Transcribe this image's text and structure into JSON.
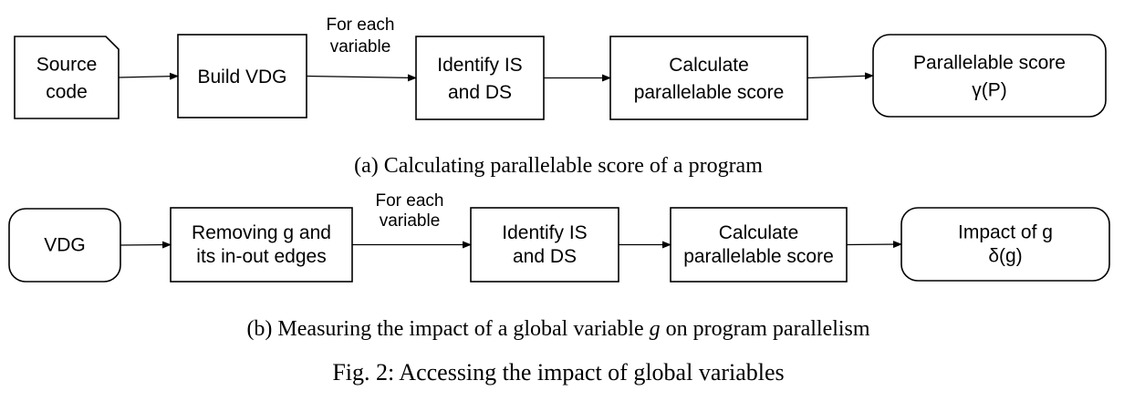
{
  "diagrams": [
    {
      "nodes": [
        {
          "id": "source-code",
          "shape": "document",
          "lines": [
            "Source",
            "code"
          ]
        },
        {
          "id": "build-vdg",
          "shape": "rect",
          "lines": [
            "Build VDG"
          ]
        },
        {
          "id": "identify-is-ds",
          "shape": "rect",
          "lines": [
            "Identify IS",
            "and DS"
          ]
        },
        {
          "id": "calculate-score",
          "shape": "rect",
          "lines": [
            "Calculate",
            "parallelable score"
          ]
        },
        {
          "id": "parallelable-score",
          "shape": "rounded",
          "lines": [
            "Parallelable score",
            "γ(P)"
          ]
        }
      ],
      "edges": [
        {
          "from": "source-code",
          "to": "build-vdg",
          "label": []
        },
        {
          "from": "build-vdg",
          "to": "identify-is-ds",
          "label": [
            "For each",
            "variable"
          ]
        },
        {
          "from": "identify-is-ds",
          "to": "calculate-score",
          "label": []
        },
        {
          "from": "calculate-score",
          "to": "parallelable-score",
          "label": []
        }
      ],
      "caption": "(a) Calculating parallelable score of a program"
    },
    {
      "nodes": [
        {
          "id": "vdg",
          "shape": "rounded",
          "lines": [
            "VDG"
          ]
        },
        {
          "id": "removing-g",
          "shape": "rect",
          "lines": [
            "Removing g and",
            "its in-out edges"
          ]
        },
        {
          "id": "identify-is-ds-b",
          "shape": "rect",
          "lines": [
            "Identify IS",
            "and DS"
          ]
        },
        {
          "id": "calculate-score-b",
          "shape": "rect",
          "lines": [
            "Calculate",
            "parallelable score"
          ]
        },
        {
          "id": "impact-of-g",
          "shape": "rounded",
          "lines": [
            "Impact of g",
            "δ(g)"
          ]
        }
      ],
      "edges": [
        {
          "from": "vdg",
          "to": "removing-g",
          "label": []
        },
        {
          "from": "removing-g",
          "to": "identify-is-ds-b",
          "label": [
            "For each",
            "variable"
          ]
        },
        {
          "from": "identify-is-ds-b",
          "to": "calculate-score-b",
          "label": []
        },
        {
          "from": "calculate-score-b",
          "to": "impact-of-g",
          "label": []
        }
      ],
      "caption": "(b) Measuring the impact of a global variable g on program parallelism"
    }
  ],
  "figure_caption": "Fig. 2: Accessing the impact of global variables"
}
